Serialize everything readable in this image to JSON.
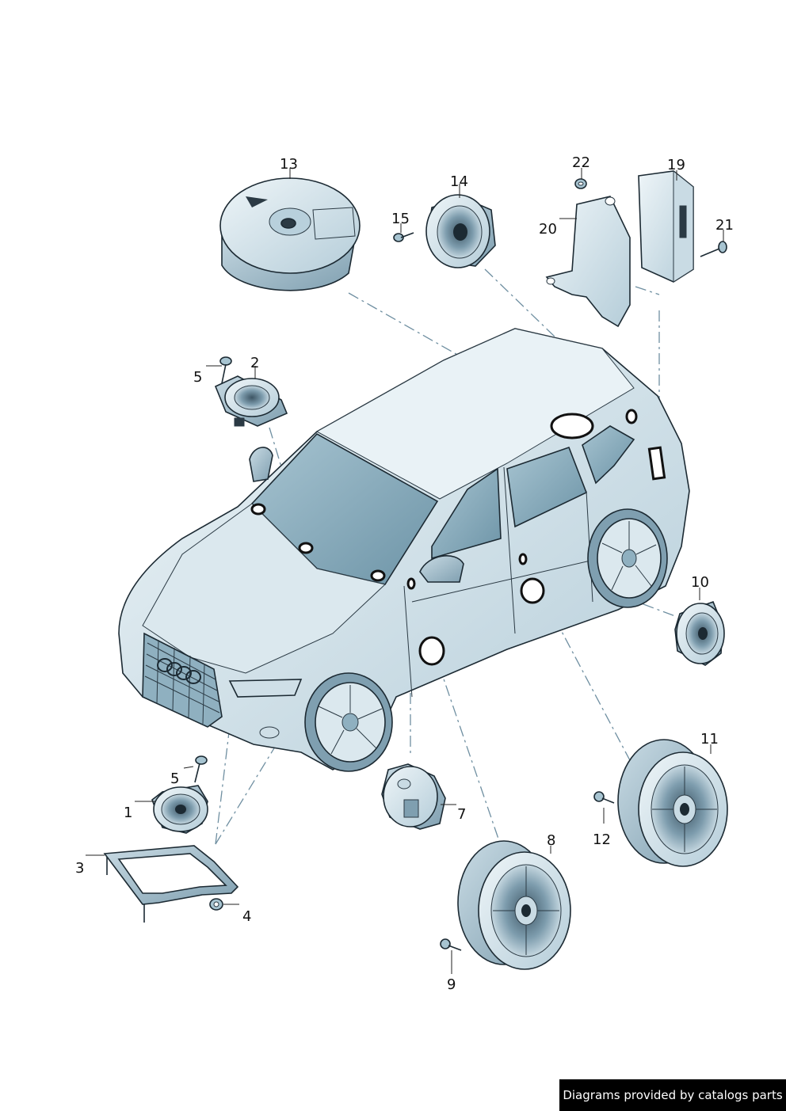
{
  "callouts": [
    {
      "id": "13",
      "text": "13"
    },
    {
      "id": "14",
      "text": "14"
    },
    {
      "id": "15",
      "text": "15"
    },
    {
      "id": "22",
      "text": "22"
    },
    {
      "id": "19",
      "text": "19"
    },
    {
      "id": "20",
      "text": "20"
    },
    {
      "id": "21",
      "text": "21"
    },
    {
      "id": "2",
      "text": "2"
    },
    {
      "id": "5a",
      "text": "5"
    },
    {
      "id": "10",
      "text": "10"
    },
    {
      "id": "11",
      "text": "11"
    },
    {
      "id": "5b",
      "text": "5"
    },
    {
      "id": "1",
      "text": "1"
    },
    {
      "id": "7",
      "text": "7"
    },
    {
      "id": "8",
      "text": "8"
    },
    {
      "id": "3",
      "text": "3"
    },
    {
      "id": "12",
      "text": "12"
    },
    {
      "id": "4",
      "text": "4"
    },
    {
      "id": "9",
      "text": "9"
    }
  ],
  "credit": "Diagrams provided by catalogs parts",
  "colors": {
    "body_light": "#e3eef3",
    "body_mid": "#b8d0dc",
    "body_dark": "#7f9fb0",
    "glass": "#7ea3b4",
    "line": "#1c2a33",
    "dash": "#6f8fa1"
  }
}
